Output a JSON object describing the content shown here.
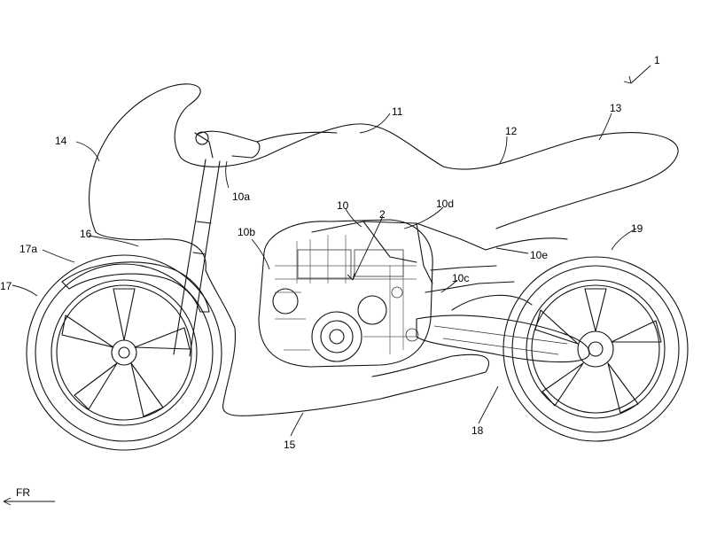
{
  "figure": {
    "labels": {
      "l1": "1",
      "l2": "2",
      "l10": "10",
      "l10a": "10a",
      "l10b": "10b",
      "l10c": "10c",
      "l10d": "10d",
      "l10e": "10e",
      "l11": "11",
      "l12": "12",
      "l13": "13",
      "l14": "14",
      "l15": "15",
      "l16": "16",
      "l17": "17",
      "l17a": "17a",
      "l18": "18",
      "l19": "19"
    },
    "direction_label": "FR",
    "line_color": "#111111",
    "background": "#ffffff"
  }
}
